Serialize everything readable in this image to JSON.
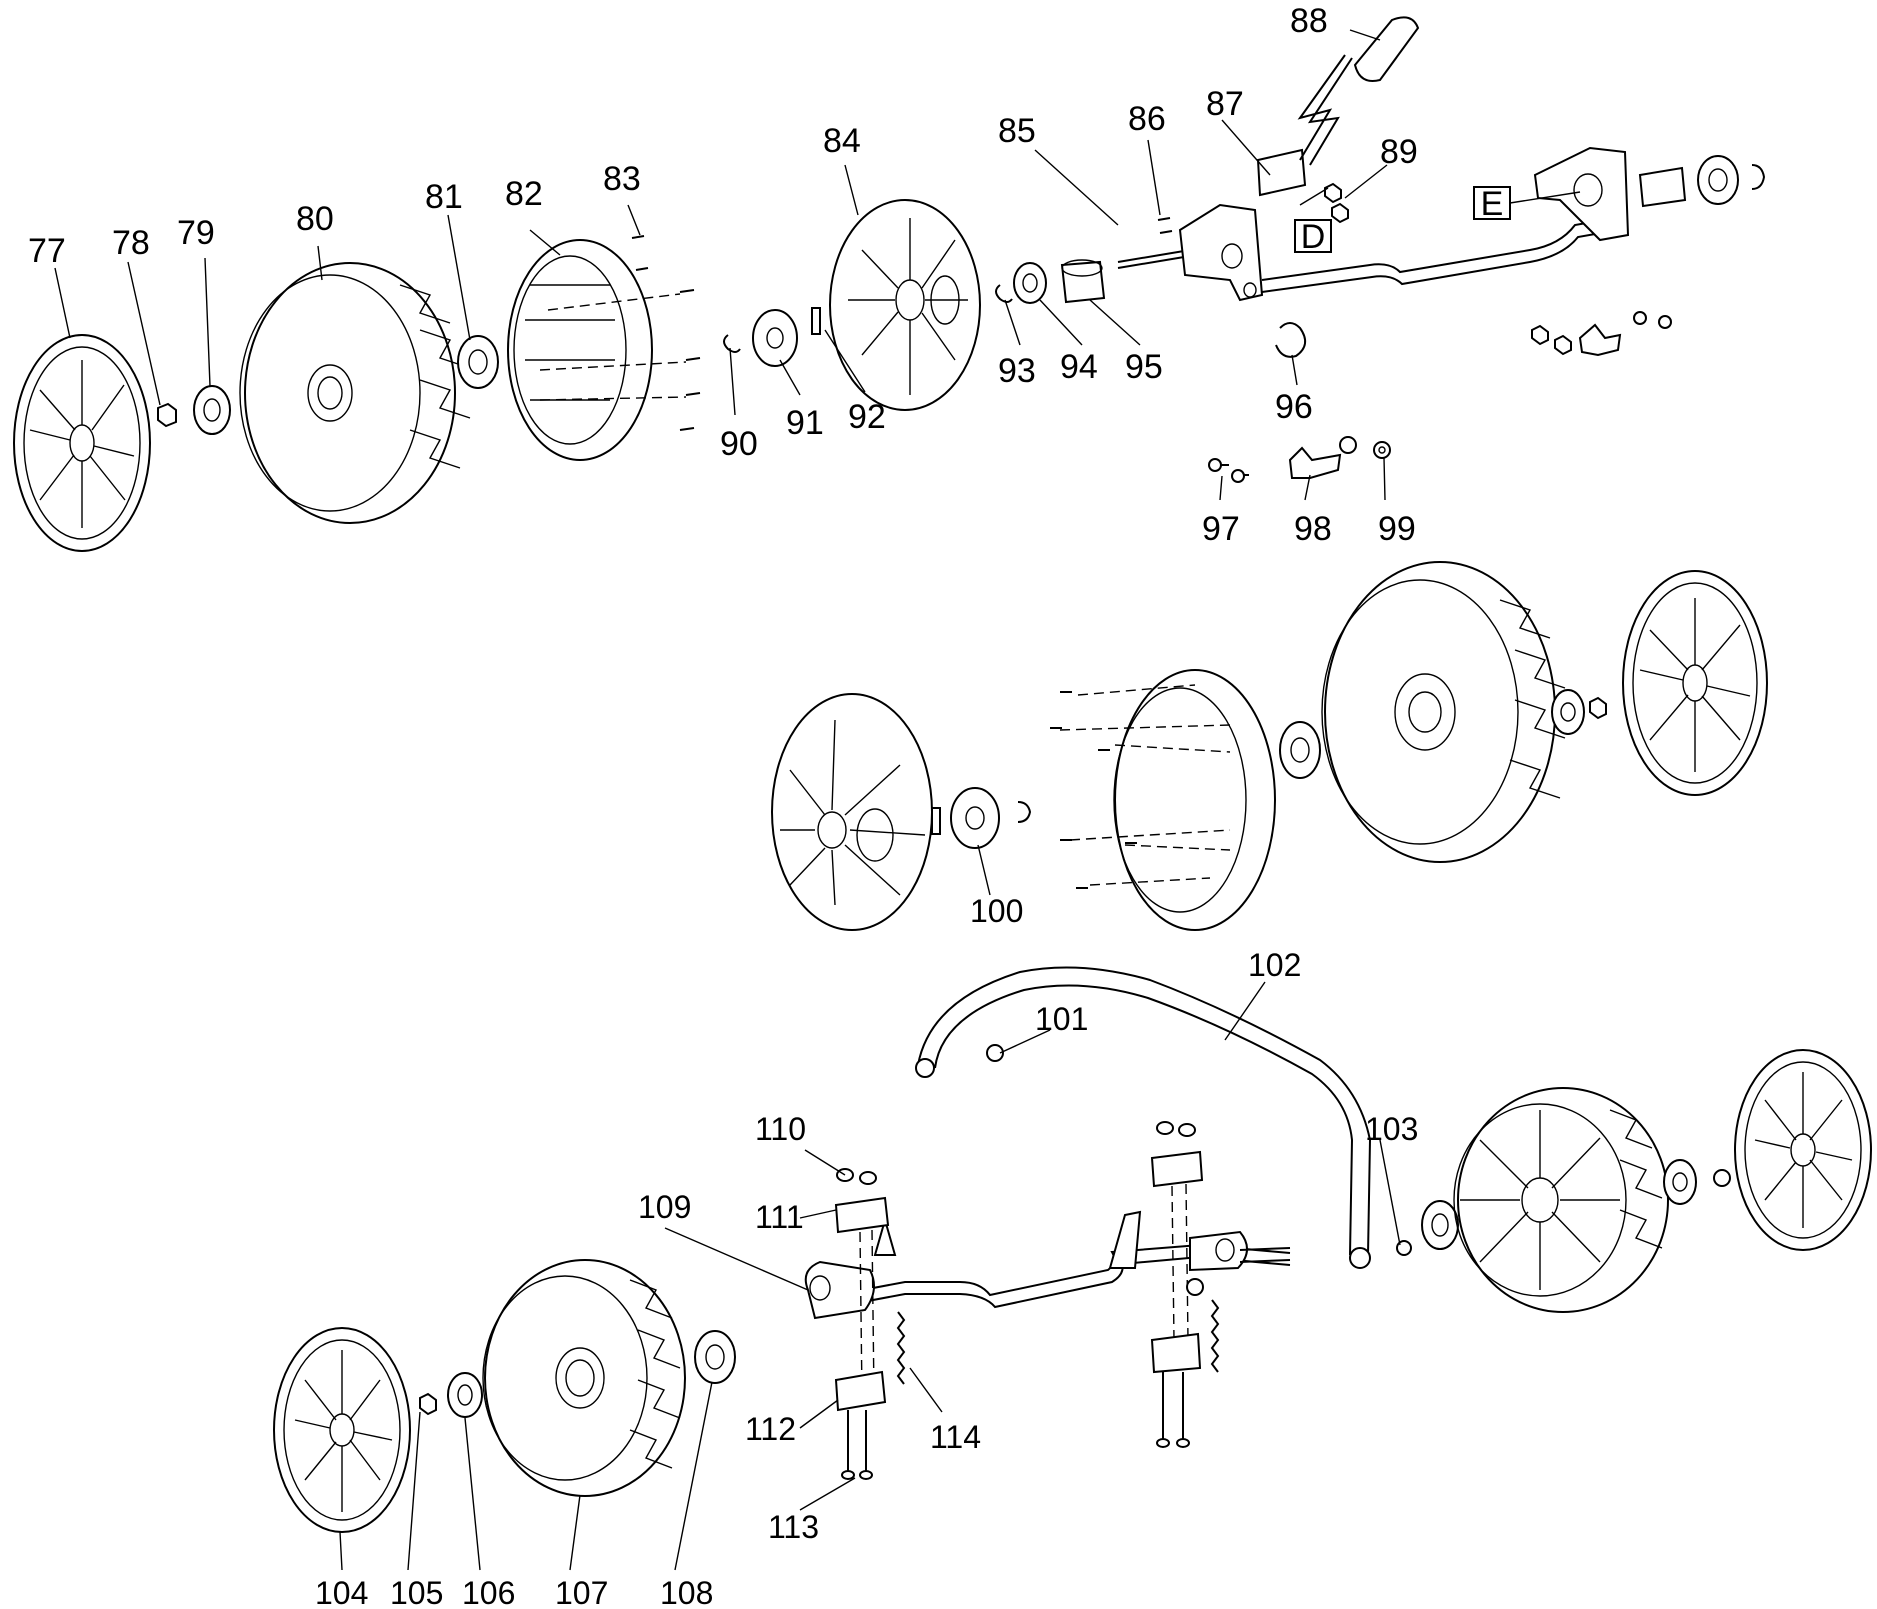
{
  "diagram": {
    "callouts": [
      "77",
      "78",
      "79",
      "80",
      "81",
      "82",
      "83",
      "84",
      "85",
      "86",
      "87",
      "88",
      "89",
      "90",
      "91",
      "92",
      "93",
      "94",
      "95",
      "96",
      "97",
      "98",
      "99",
      "100",
      "101",
      "102",
      "103",
      "104",
      "105",
      "106",
      "107",
      "108",
      "109",
      "110",
      "111",
      "112",
      "113",
      "114"
    ],
    "reference_boxes": [
      "D",
      "E"
    ]
  }
}
